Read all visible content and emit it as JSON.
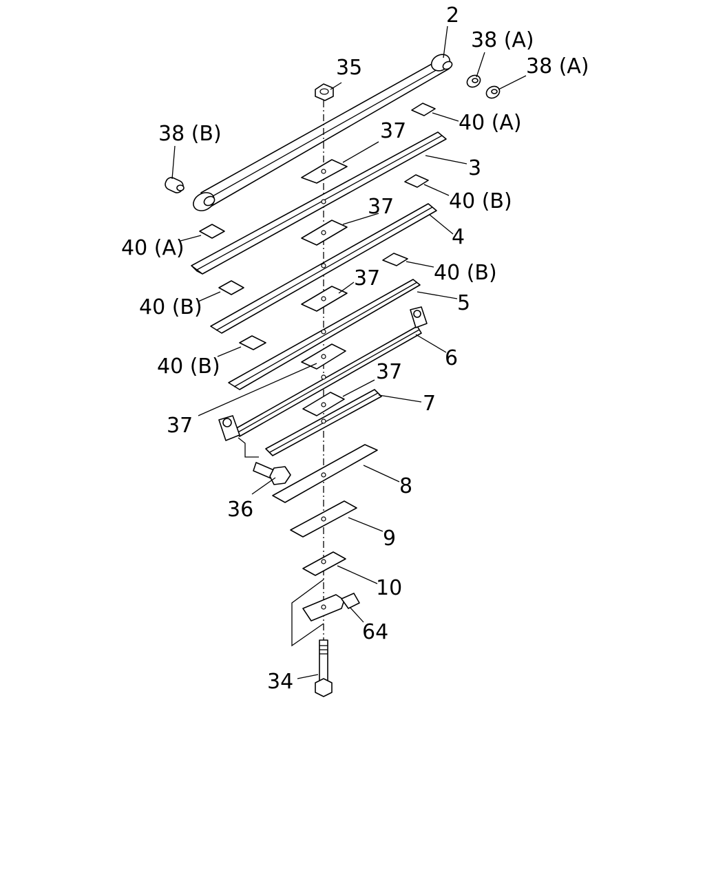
{
  "labels": {
    "p2": "2",
    "p38a_1": "38 (A)",
    "p38a_2": "38 (A)",
    "p35": "35",
    "p40a_1": "40 (A)",
    "p38b": "38 (B)",
    "p37_1": "37",
    "p3": "3",
    "p40b_1": "40 (B)",
    "p37_2": "37",
    "p4": "4",
    "p40a_2": "40 (A)",
    "p40b_2": "40 (B)",
    "p37_3": "37",
    "p40b_3": "40 (B)",
    "p5": "5",
    "p6": "6",
    "p40b_4": "40 (B)",
    "p37_4": "37",
    "p7": "7",
    "p37_5": "37",
    "p8": "8",
    "p36": "36",
    "p9": "9",
    "p10": "10",
    "p64": "64",
    "p34": "34"
  }
}
